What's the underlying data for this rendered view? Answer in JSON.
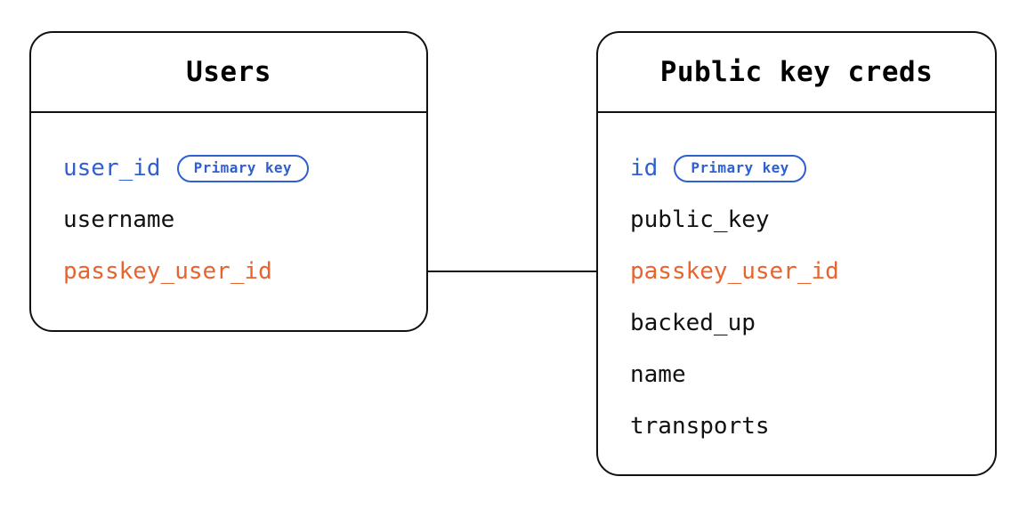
{
  "diagram": {
    "type": "entity-relationship-diagram",
    "background_color": "#ffffff",
    "border_color": "#111111",
    "colors": {
      "primary_key": "#2f5fd0",
      "foreign_key": "#e8632e",
      "plain_field": "#111111",
      "badge_border": "#2f5fd0",
      "connector": "#111111"
    }
  },
  "entities": [
    {
      "id": "users",
      "title": "Users",
      "fields": [
        {
          "name": "user_id",
          "role": "pk",
          "badge": "Primary key"
        },
        {
          "name": "username",
          "role": "plain",
          "badge": null
        },
        {
          "name": "passkey_user_id",
          "role": "fk",
          "badge": null
        }
      ]
    },
    {
      "id": "credentials",
      "title": "Public key creds",
      "fields": [
        {
          "name": "id",
          "role": "pk",
          "badge": "Primary key"
        },
        {
          "name": "public_key",
          "role": "plain",
          "badge": null
        },
        {
          "name": "passkey_user_id",
          "role": "fk",
          "badge": null
        },
        {
          "name": "backed_up",
          "role": "plain",
          "badge": null
        },
        {
          "name": "name",
          "role": "plain",
          "badge": null
        },
        {
          "name": "transports",
          "role": "plain",
          "badge": null
        }
      ]
    }
  ],
  "relationships": [
    {
      "id": "users-to-credentials",
      "from_entity": "users",
      "from_field": "passkey_user_id",
      "to_entity": "credentials",
      "to_field": "passkey_user_id"
    }
  ]
}
